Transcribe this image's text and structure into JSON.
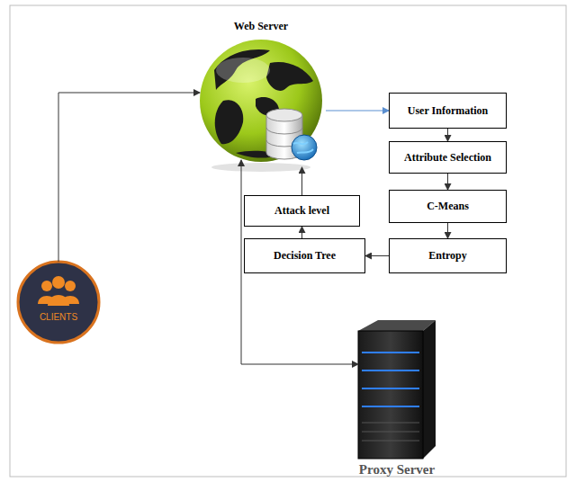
{
  "diagram": {
    "nodes": [
      {
        "text": [
          "Web Server"
        ]
      },
      {
        "text": [
          "User Information"
        ]
      },
      {
        "text": [
          "Attribute Selection"
        ]
      },
      {
        "text": [
          "C-Means"
        ]
      },
      {
        "text": [
          "Entropy"
        ]
      },
      {
        "text": [
          "Decision Tree"
        ]
      },
      {
        "text": [
          "Attack level"
        ]
      },
      {
        "text": [
          "CLIENTS"
        ]
      },
      {
        "text": [
          "Proxy Server"
        ]
      }
    ],
    "edges": [
      {
        "from": 7,
        "to": 0,
        "arrow": "to"
      },
      {
        "from": 0,
        "to": 1,
        "arrow": "to"
      },
      {
        "from": 1,
        "to": 2,
        "arrow": "to"
      },
      {
        "from": 2,
        "to": 3,
        "arrow": "to"
      },
      {
        "from": 3,
        "to": 4,
        "arrow": "to"
      },
      {
        "from": 4,
        "to": 5,
        "arrow": "to"
      },
      {
        "from": 5,
        "to": 6,
        "arrow": "to"
      },
      {
        "from": 6,
        "to": 0,
        "arrow": "to"
      },
      {
        "from": 8,
        "to": 0,
        "arrow": "both"
      }
    ]
  }
}
